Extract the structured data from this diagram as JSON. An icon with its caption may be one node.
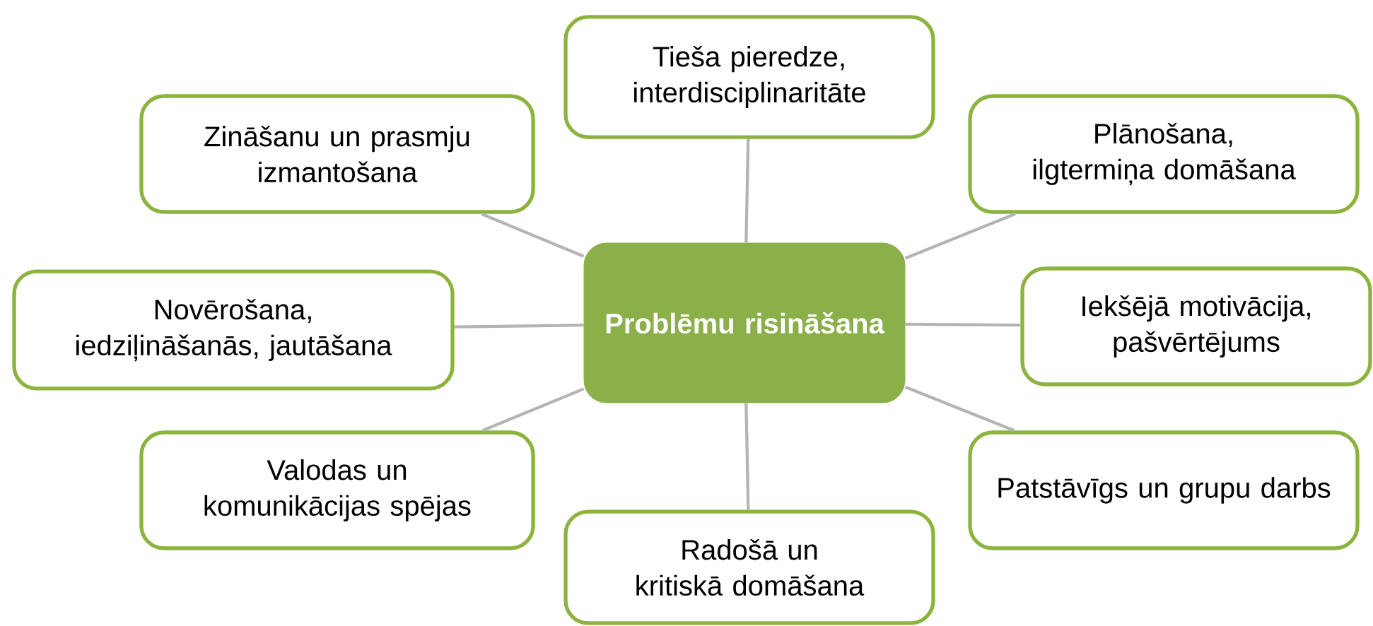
{
  "diagram": {
    "nodes": [
      {
        "text": [
          "Problēmu risināšana"
        ]
      },
      {
        "text": [
          "Tieša pieredze, interdisciplinaritāte"
        ]
      },
      {
        "text": [
          "Zināšanu un prasmju izmantošana"
        ]
      },
      {
        "text": [
          "Plānošana, ilgtermiņa domāšana"
        ]
      },
      {
        "text": [
          "Novērošana, iedziļināšanās, jautāšana"
        ]
      },
      {
        "text": [
          "Iekšējā motivācija, pašvērtējums"
        ]
      },
      {
        "text": [
          "Valodas un komunikācijas spējas"
        ]
      },
      {
        "text": [
          "Patstāvīgs un grupu darbs"
        ]
      },
      {
        "text": [
          "Radošā un kritiskā domāšana"
        ]
      }
    ],
    "edges": [
      {
        "from": 0,
        "to": 1,
        "arrow": "none"
      },
      {
        "from": 0,
        "to": 2,
        "arrow": "none"
      },
      {
        "from": 0,
        "to": 3,
        "arrow": "none"
      },
      {
        "from": 0,
        "to": 4,
        "arrow": "none"
      },
      {
        "from": 0,
        "to": 5,
        "arrow": "none"
      },
      {
        "from": 0,
        "to": 6,
        "arrow": "none"
      },
      {
        "from": 0,
        "to": 7,
        "arrow": "none"
      },
      {
        "from": 0,
        "to": 8,
        "arrow": "none"
      }
    ]
  }
}
